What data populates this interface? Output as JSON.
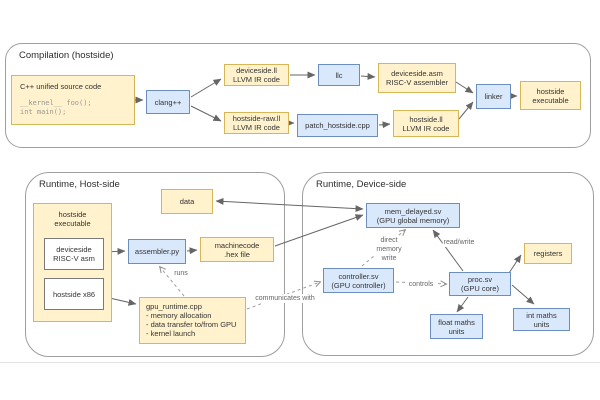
{
  "diagram": {
    "containers": {
      "compilation": {
        "title": "Compilation (hostside)"
      },
      "runtime_host": {
        "title": "Runtime, Host-side"
      },
      "runtime_device": {
        "title": "Runtime, Device-side"
      }
    },
    "nodes": {
      "cpp_source": {
        "title": "C++ unified source code",
        "code": "__kernel__ foo();\nint main();"
      },
      "clang": {
        "label": "clang++"
      },
      "deviceside_ll": {
        "label": "deviceside.ll\nLLVM IR code"
      },
      "hostside_raw_ll": {
        "label": "hostside-raw.ll\nLLVM IR code"
      },
      "llc": {
        "label": "llc"
      },
      "deviceside_asm": {
        "label": "deviceside.asm\nRISC-V assembler"
      },
      "patch_hostside": {
        "label": "patch_hostside.cpp"
      },
      "hostside_ll": {
        "label": "hostside.ll\nLLVM IR code"
      },
      "linker": {
        "label": "linker"
      },
      "hostside_executable_out": {
        "label": "hostside\nexecutable"
      },
      "data": {
        "label": "data"
      },
      "hostside_executable_rt": {
        "label": "hostside\nexecutable"
      },
      "deviceside_riscv_asm": {
        "label": "deviceside\nRISC-V asm"
      },
      "hostside_x86": {
        "label": "hostside x86"
      },
      "assembler_py": {
        "label": "assembler.py"
      },
      "machinecode_hex": {
        "label": "machinecode\n.hex file"
      },
      "gpu_runtime": {
        "label": "gpu_runtime.cpp\n- memory allocation\n- data transfer to/from GPU\n- kernel launch"
      },
      "mem_delayed": {
        "label": "mem_delayed.sv\n(GPU global memory)"
      },
      "registers": {
        "label": "registers"
      },
      "controller": {
        "label": "controller.sv\n(GPU controller)"
      },
      "proc": {
        "label": "proc.sv\n(GPU core)"
      },
      "float_units": {
        "label": "float maths\nunits"
      },
      "int_units": {
        "label": "int maths\nunits"
      }
    },
    "edge_labels": {
      "runs": "runs",
      "communicates_with": "communicates with",
      "direct_memory_write": "direct\nmemory\nwrite",
      "read_write": "read/write",
      "controls": "controls"
    },
    "colors": {
      "node_yellow_fill": "#fff2cc",
      "node_yellow_border": "#d6b656",
      "node_blue_fill": "#dae8fc",
      "node_blue_border": "#6c8ebf",
      "container_border": "#9e9e9e",
      "edge_solid": "#666666",
      "edge_dashed": "#999999",
      "text": "#333333",
      "code_text": "#979797"
    }
  }
}
